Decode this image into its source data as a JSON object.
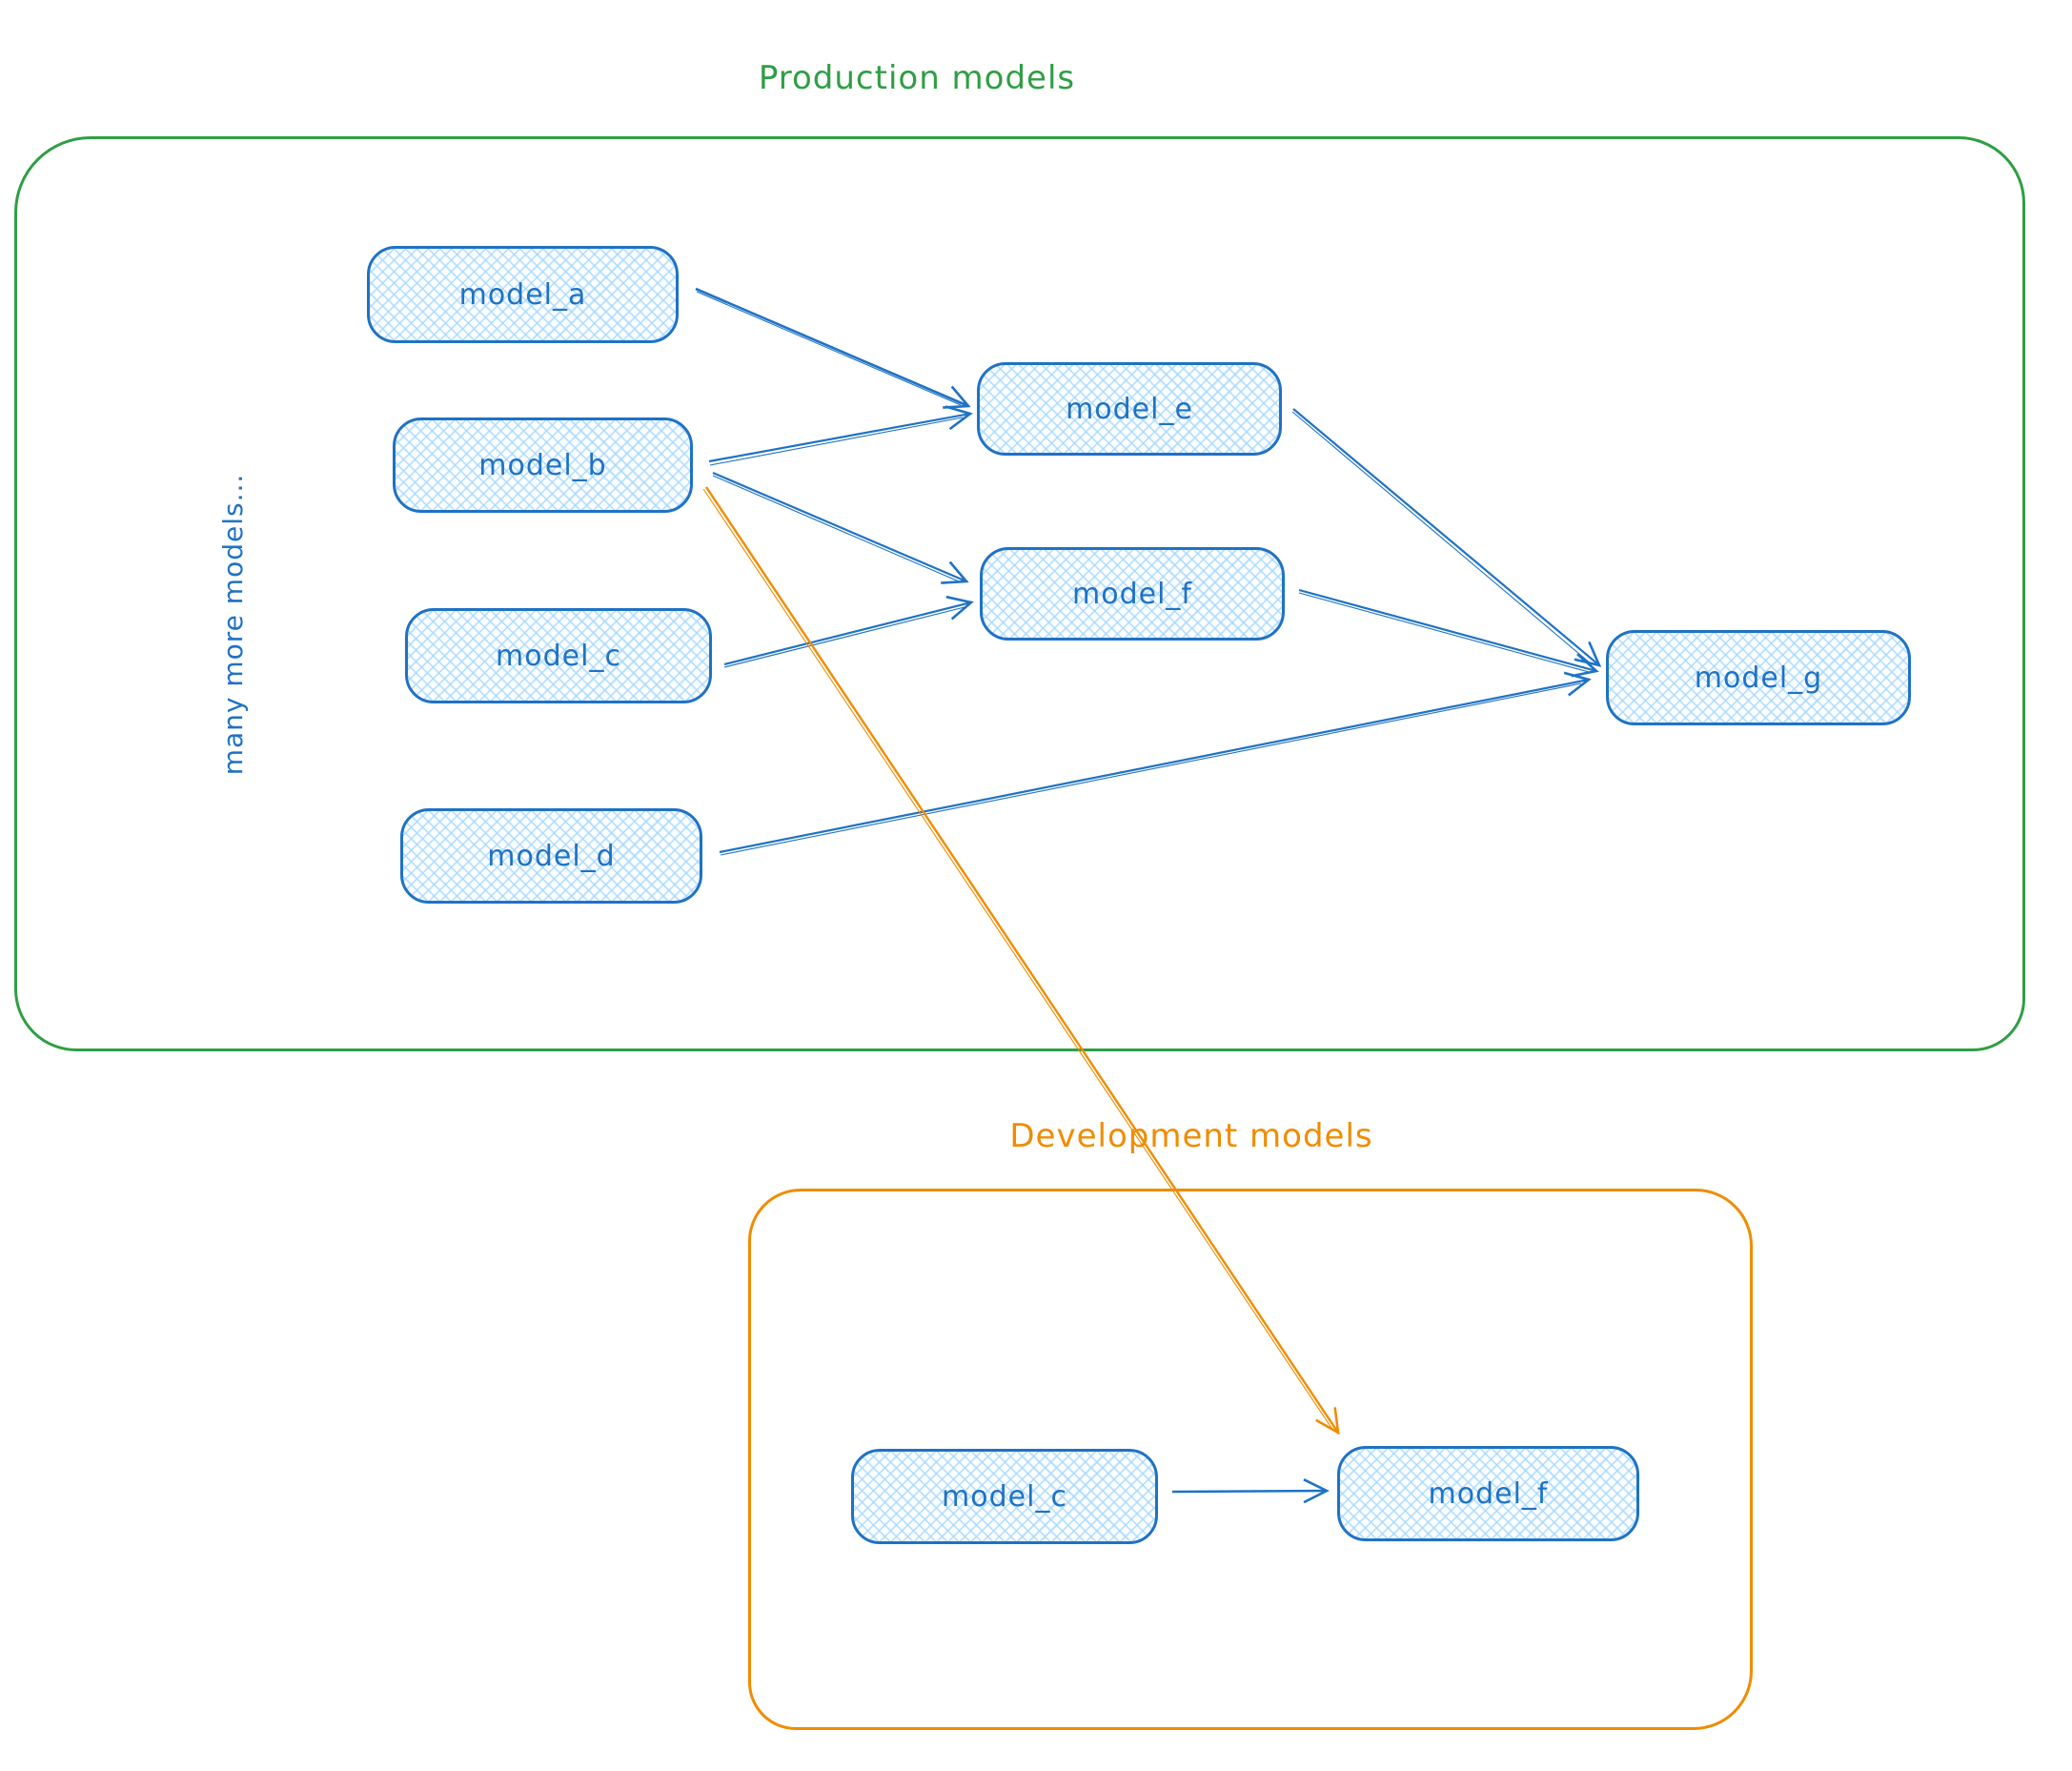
{
  "production": {
    "title": "Production models",
    "side_label": "many more models...",
    "nodes": [
      "model_a",
      "model_b",
      "model_c",
      "model_d",
      "model_e",
      "model_f",
      "model_g"
    ]
  },
  "development": {
    "title": "Development models",
    "nodes": [
      "model_c",
      "model_f"
    ]
  },
  "edges": [
    {
      "from": "model_a",
      "to": "model_e",
      "color": "blue"
    },
    {
      "from": "model_b",
      "to": "model_e",
      "color": "blue"
    },
    {
      "from": "model_b",
      "to": "model_f",
      "color": "blue"
    },
    {
      "from": "model_c",
      "to": "model_f",
      "color": "blue"
    },
    {
      "from": "model_e",
      "to": "model_g",
      "color": "blue"
    },
    {
      "from": "model_f",
      "to": "model_g",
      "color": "blue"
    },
    {
      "from": "model_d",
      "to": "model_g",
      "color": "blue"
    },
    {
      "from": "model_b",
      "to": "development.model_f",
      "color": "orange"
    },
    {
      "from": "development.model_c",
      "to": "development.model_f",
      "color": "blue"
    }
  ],
  "colors": {
    "production_border": "#2f9e44",
    "development_border": "#f08c00",
    "node_border": "#1f72c4",
    "node_fill_hatch": "#a5d8ff",
    "arrow_blue": "#1f72c4",
    "arrow_orange": "#f08c00"
  }
}
